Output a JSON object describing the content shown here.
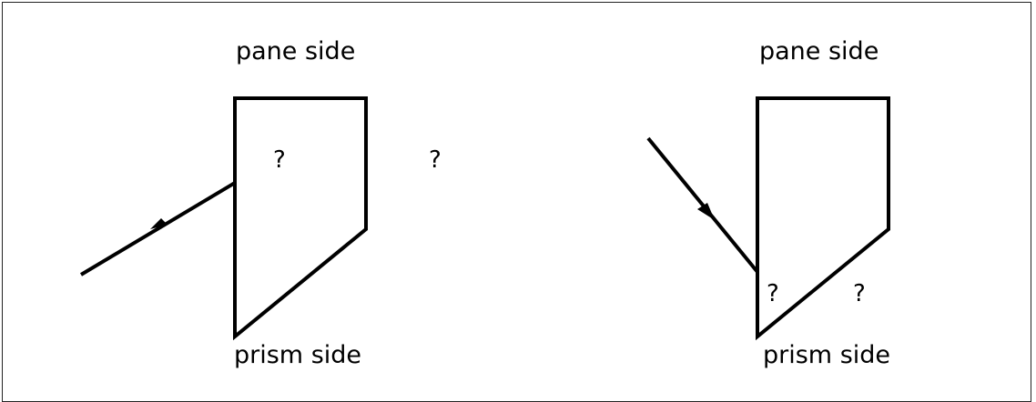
{
  "left_diagram": {
    "top_label": "pane side",
    "bottom_label": "prism side",
    "marks": [
      "?",
      "?"
    ]
  },
  "right_diagram": {
    "top_label": "pane side",
    "bottom_label": "prism side",
    "marks": [
      "?",
      "?"
    ]
  }
}
